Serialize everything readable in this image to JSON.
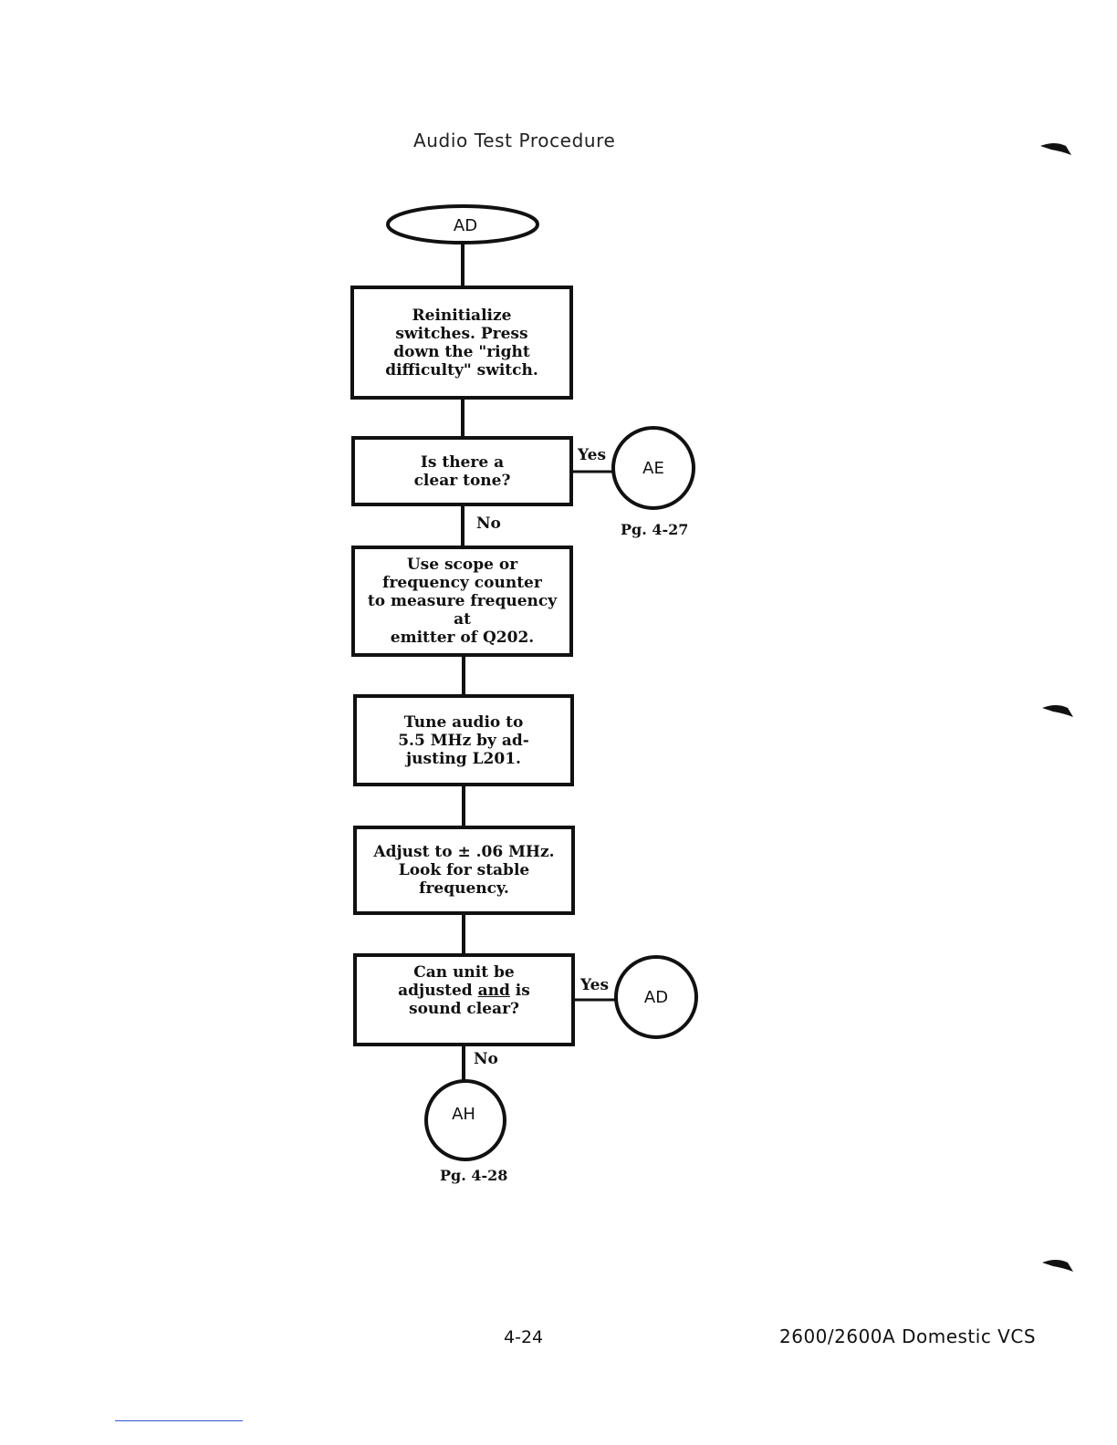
{
  "page": {
    "title": "Audio Test Procedure",
    "page_number": "4-24",
    "product": "2600/2600A Domestic VCS"
  },
  "flowchart": {
    "start": {
      "label": "AD"
    },
    "steps": [
      {
        "id": "reinit",
        "lines": [
          "Reinitialize",
          "switches. Press",
          "down the \"right",
          "difficulty\" switch."
        ]
      },
      {
        "id": "clear-tone",
        "lines": [
          "Is there a",
          "clear tone?"
        ]
      },
      {
        "id": "measure",
        "lines": [
          "Use scope or",
          "frequency counter",
          "to measure frequency at",
          "emitter of Q202."
        ]
      },
      {
        "id": "tune",
        "lines": [
          "Tune audio to",
          "5.5 MHz by ad-",
          "justing L201."
        ]
      },
      {
        "id": "adjust",
        "lines": [
          "Adjust to ± .06 MHz.",
          "Look for stable",
          "frequency."
        ]
      },
      {
        "id": "can-adjust",
        "lines_pre": "Can unit be",
        "line2_a": "adjusted ",
        "line2_u": "and",
        "line2_b": " is",
        "line3": "sound clear?"
      }
    ],
    "connectors": [
      {
        "id": "AE",
        "label": "AE",
        "page_ref": "Pg. 4-27"
      },
      {
        "id": "AD",
        "label": "AD",
        "page_ref": ""
      },
      {
        "id": "AH",
        "label": "AH",
        "page_ref": "Pg. 4-28"
      }
    ],
    "edge_labels": {
      "yes": "Yes",
      "no": "No"
    }
  }
}
